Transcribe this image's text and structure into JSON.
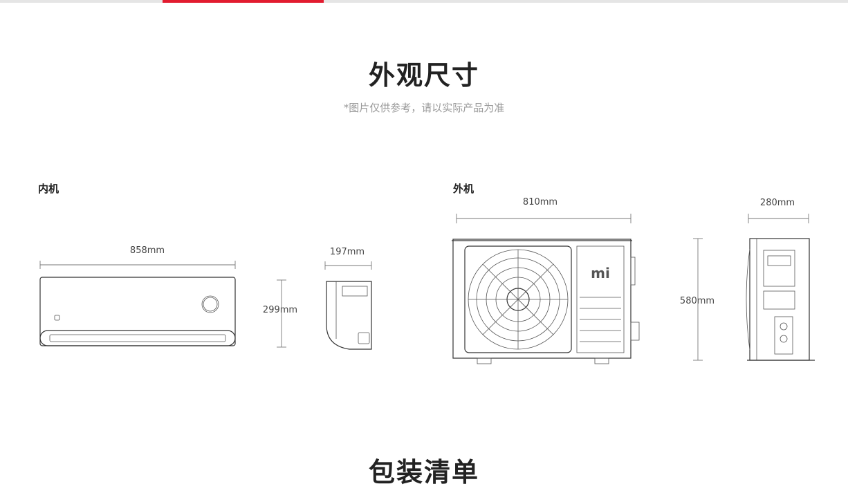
{
  "colors": {
    "accent": "#e21b2f"
  },
  "section_dimensions": {
    "title": "外观尺寸",
    "note": "*图片仅供参考，请以实际产品为准",
    "indoor": {
      "label": "内机",
      "width": "858mm",
      "height": "299mm",
      "depth": "197mm"
    },
    "outdoor": {
      "label": "外机",
      "width": "810mm",
      "height": "580mm",
      "depth": "280mm",
      "brand_mark": "mi"
    }
  },
  "section_package": {
    "title": "包装清单"
  }
}
